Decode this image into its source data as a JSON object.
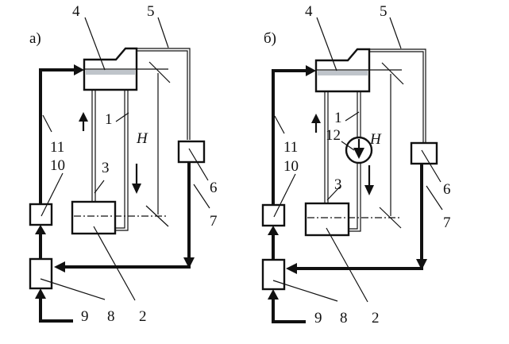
{
  "figure": {
    "description": "Schematic of a hydroelectric/water-lift installation in two variants",
    "panels": [
      {
        "id": "a",
        "panel_label": "а)",
        "labels": {
          "l1": "1",
          "l2": "2",
          "l3": "3",
          "l4": "4",
          "l5": "5",
          "l6": "6",
          "l7": "7",
          "l8": "8",
          "l9": "9",
          "l10": "10",
          "l11": "11",
          "head": "H"
        },
        "has_pump": false
      },
      {
        "id": "b",
        "panel_label": "б)",
        "labels": {
          "l1": "1",
          "l2": "2",
          "l3": "3",
          "l4": "4",
          "l5": "5",
          "l6": "6",
          "l7": "7",
          "l8": "8",
          "l9": "9",
          "l10": "10",
          "l11": "11",
          "l12": "12",
          "head": "H"
        },
        "has_pump": true
      }
    ]
  }
}
